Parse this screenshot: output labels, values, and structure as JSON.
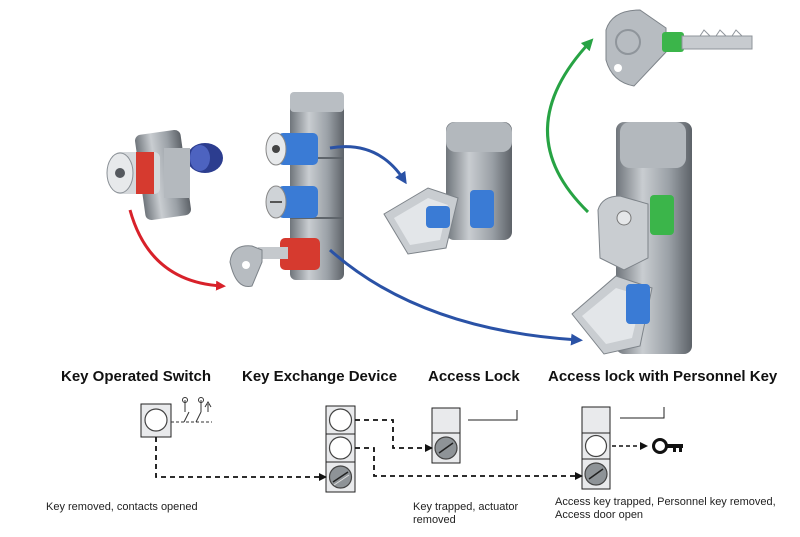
{
  "titles": {
    "switch": "Key Operated Switch",
    "exchange": "Key Exchange Device",
    "access": "Access Lock",
    "personnel": "Access lock with Personnel Key"
  },
  "captions": {
    "switch": "Key removed, contacts opened",
    "access_line1": "Key trapped, actuator",
    "access_line2": "removed",
    "personnel_line1": "Access key trapped, Personnel key removed,",
    "personnel_line2": "Access door open"
  },
  "colors": {
    "red_arrow": "#d8212a",
    "blue_arrow": "#2a52a6",
    "green_arrow": "#27a344",
    "metal": "#9aa0a6",
    "blue_ring": "#3a7bd5",
    "red_ring": "#d63a2f",
    "green_ring": "#3bb54a"
  }
}
